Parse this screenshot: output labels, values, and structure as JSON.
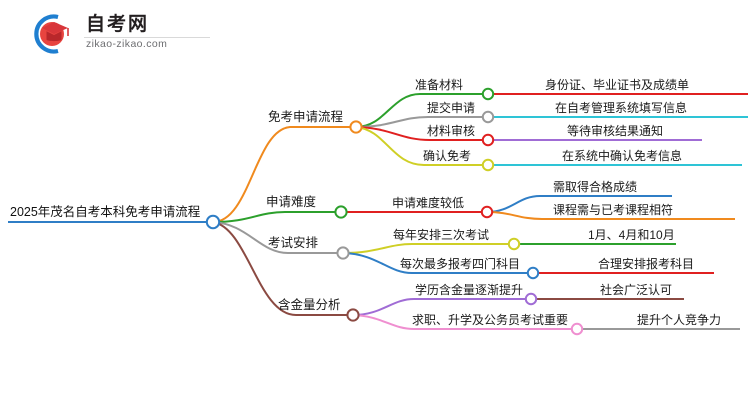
{
  "logo": {
    "name_cn": "自考网",
    "domain": "zikao-zikao.com",
    "mark_icon": "graduation-cap-icon",
    "arc_color": "#1f7fd0",
    "cap_color": "#d8363a"
  },
  "mindmap": {
    "root": {
      "label": "2025年茂名自考本科免考申请流程",
      "node_color": "#2f7ec6",
      "underline_color": "#2f7ec6"
    },
    "branches": [
      {
        "label": "免考申请流程",
        "node_color": "#f08a1e",
        "link_color": "#f08a1e",
        "children": [
          {
            "label": "准备材料",
            "node_color": "#2ca02c",
            "link_color": "#2ca02c",
            "children": [
              {
                "label": "身份证、毕业证书及成绩单",
                "node_color": "#e02020",
                "link_color": "#e02020"
              }
            ]
          },
          {
            "label": "提交申请",
            "node_color": "#999999",
            "link_color": "#999999",
            "children": [
              {
                "label": "在自考管理系统填写信息",
                "node_color": "#2ec4d6",
                "link_color": "#2ec4d6"
              }
            ]
          },
          {
            "label": "材料审核",
            "node_color": "#e02020",
            "link_color": "#e02020",
            "children": [
              {
                "label": "等待审核结果通知",
                "node_color": "#a06cd5",
                "link_color": "#a06cd5"
              }
            ]
          },
          {
            "label": "确认免考",
            "node_color": "#cfcf26",
            "link_color": "#cfcf26",
            "children": [
              {
                "label": "在系统中确认免考信息",
                "node_color": "#2ec4d6",
                "link_color": "#2ec4d6"
              }
            ]
          }
        ]
      },
      {
        "label": "申请难度",
        "node_color": "#2ca02c",
        "link_color": "#2ca02c",
        "children": [
          {
            "label": "申请难度较低",
            "node_color": "#e02020",
            "link_color": "#e02020",
            "children": [
              {
                "label": "需取得合格成绩",
                "node_color": "#2f7ec6",
                "link_color": "#2f7ec6"
              },
              {
                "label": "课程需与已考课程相符",
                "node_color": "#f08a1e",
                "link_color": "#f08a1e"
              }
            ]
          }
        ]
      },
      {
        "label": "考试安排",
        "node_color": "#999999",
        "link_color": "#999999",
        "children": [
          {
            "label": "每年安排三次考试",
            "node_color": "#cfcf26",
            "link_color": "#cfcf26",
            "children": [
              {
                "label": "1月、4月和10月",
                "node_color": "#2ca02c",
                "link_color": "#2ca02c"
              }
            ]
          },
          {
            "label": "每次最多报考四门科目",
            "node_color": "#2f7ec6",
            "link_color": "#2f7ec6",
            "children": [
              {
                "label": "合理安排报考科目",
                "node_color": "#e02020",
                "link_color": "#e02020"
              }
            ]
          }
        ]
      },
      {
        "label": "含金量分析",
        "node_color": "#8b4a42",
        "link_color": "#8b4a42",
        "children": [
          {
            "label": "学历含金量逐渐提升",
            "node_color": "#a06cd5",
            "link_color": "#a06cd5",
            "children": [
              {
                "label": "社会广泛认可",
                "node_color": "#8b4a42",
                "link_color": "#8b4a42"
              }
            ]
          },
          {
            "label": "求职、升学及公务员考试重要",
            "node_color": "#ef8fd0",
            "link_color": "#ef8fd0",
            "children": [
              {
                "label": "提升个人竞争力",
                "node_color": "#999999",
                "link_color": "#999999"
              }
            ]
          }
        ]
      }
    ]
  }
}
